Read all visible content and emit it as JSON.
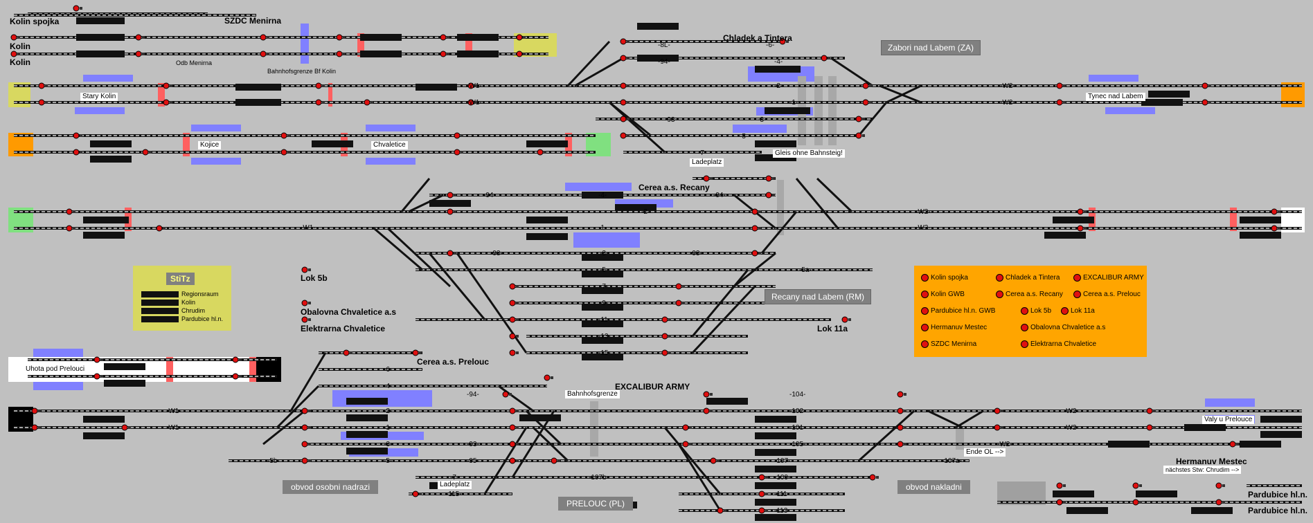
{
  "stations": {
    "zabori": "Zabori nad Labem (ZA)",
    "recany": "Recany nad Labem (RM)",
    "prelouc": "PRELOUC (PL)",
    "osobni": "obvod osobni nadrazi",
    "nakladni": "obvod nakladni"
  },
  "places": {
    "kolin_spojka": "Kolin spojka",
    "szdc_menirna": "SZDC Menirna",
    "kolin1": "Kolin",
    "kolin2": "Kolin",
    "odb_menirna": "Odb Menirna",
    "bhf_grenze": "Bahnhofsgrenze Bf Kolin",
    "stary_kolin": "Stary Kolin",
    "kojice": "Kojice",
    "chvaletice": "Chvaletice",
    "chladek": "Chladek a Tintera",
    "ladeplatz1": "Ladeplatz",
    "gleis_ohne": "Gleis ohne Bahnsteig!",
    "tynec": "Tynec nad Labem",
    "cerea_recany": "Cerea a.s. Recany",
    "lok5b": "Lok 5b",
    "obalovna": "Obalovna Chvaletice a.s",
    "elektrarna": "Elektrarna Chvaletice",
    "lok11a": "Lok 11a",
    "uhota": "Uhota pod Prelouci",
    "cerea_prelouc": "Cerea a.s. Prelouc",
    "excalibur": "EXCALIBUR ARMY",
    "bhf_grenze2": "Bahnhofsgrenze",
    "ladeplatz2": "Ladeplatz",
    "valy": "Valy u Prelouce",
    "ende_ol": "Ende OL -->",
    "hermanuv": "Hermanuv Mestec",
    "nachstes": "nächstes Stw: Chrudim -->",
    "pardubice1": "Pardubice hl.n.",
    "pardubice2": "Pardubice hl.n."
  },
  "track_labels": {
    "w1_a": "-W1-",
    "w1_b": "-W1-",
    "w2_a": "-W2-",
    "w2_b": "-W2-",
    "t8l": "-8L-",
    "t94a": "-94-",
    "t2a": "-2-",
    "t1a": "-1-",
    "t4a": "-4-",
    "t6a": "-6-",
    "t93a": "-93-",
    "t3a": "-3-",
    "t5a": "-5-",
    "t7a": "-7-",
    "t4b": "-4-",
    "t94b": "-94-",
    "t2b": "-2-",
    "t1b": "-1-",
    "w1_c": "-W1-",
    "w2_c": "-W2-",
    "w2_d": "-W2-",
    "t3b": "-3-",
    "t93b": "-93-",
    "t5b": "-5-",
    "t5ab": "-5a-",
    "t7b": "-7-",
    "t9b": "-9-",
    "t11b": "-11-",
    "t13b": "-13-",
    "t15b": "-15-",
    "t6c": "-6-",
    "t4c": "-4-",
    "t94c": "-94-",
    "t2c": "-2-",
    "t1c": "-1-",
    "t3c": "-3-",
    "t93c": "-93-",
    "t5c": "-5-",
    "t95c": "-95-",
    "t5bc": "-5b-",
    "t7c": "-7-",
    "t115c": "-115-",
    "t104": "-104-",
    "t102": "-102-",
    "t101": "-101-",
    "t105": "-105-",
    "t107": "-107-",
    "t107a": "-107a-",
    "t107b": "-107b-",
    "t109": "-109-",
    "t111": "-111-",
    "t113": "-113-",
    "w1_e": "-W1-",
    "w1_f": "-W1-",
    "w2_e": "-W2-",
    "w2_f": "-W2-",
    "w2_g": "-W2-",
    "w2_h": "-W2-"
  },
  "legend": {
    "title": "StiTz",
    "rows": [
      "Regionsraum",
      "Kolin",
      "Chrudim",
      "Pardubice hl.n."
    ]
  },
  "status_panel": {
    "items": [
      "Kolin spojka",
      "Chladek a Tintera",
      "EXCALIBUR ARMY",
      "Kolin GWB",
      "Cerea a.s. Recany",
      "Cerea a.s. Prelouc",
      "Pardubice hl.n. GWB",
      "Lok 5b",
      "Lok 11a",
      "Hermanuv Mestec",
      "Obalovna Chvaletice a.s",
      "SZDC Menirna",
      "Elektrarna Chvaletice"
    ]
  },
  "colors": {
    "background": "#c0c0c0",
    "track": "#111111",
    "signal_red": "#e01010",
    "block_blue": "#8080ff",
    "occupied_red": "#ff6060",
    "panel_orange": "#ffa500",
    "panel_yellow": "#d8d860",
    "edge_green": "#80e080",
    "edge_orange": "#ff9a00"
  }
}
